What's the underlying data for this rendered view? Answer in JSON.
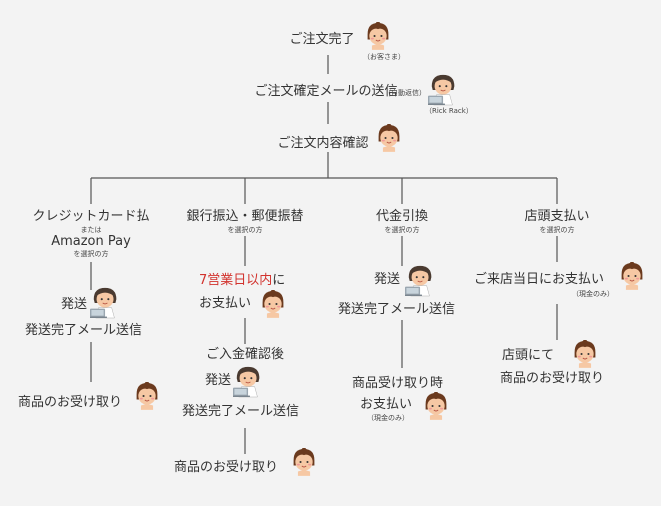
{
  "top_flow": {
    "order_complete": "ご注文完了",
    "order_complete_note": "（お客さま）",
    "confirm_mail": "ご注文確定メールの送信",
    "confirm_mail_note": "（自動返信）",
    "staff_name": "（Rick Rack）",
    "order_check": "ご注文内容確認"
  },
  "branches": {
    "credit": {
      "title": "クレジットカード払",
      "or": "または",
      "alt": "Amazon Pay",
      "selected": "を選択の方",
      "step1": "発送",
      "step2": "発送完了メール送信",
      "step3": "商品のお受け取り"
    },
    "bank": {
      "title": "銀行振込・郵便振替",
      "selected": "を選択の方",
      "deadline_red": "7営業日以内",
      "deadline_rest": "に",
      "deadline_line2": "お支払い",
      "step1": "ご入金確認後",
      "step2": "発送",
      "step3": "発送完了メール送信",
      "step4": "商品のお受け取り"
    },
    "cod": {
      "title": "代金引換",
      "selected": "を選択の方",
      "step1": "発送",
      "step2": "発送完了メール送信",
      "step3": "商品受け取り時",
      "step4": "お支払い",
      "note": "（現金のみ）"
    },
    "store": {
      "title": "店頭支払い",
      "selected": "を選択の方",
      "step1": "ご来店当日にお支払い",
      "note": "（現金のみ）",
      "step2": "店頭にて",
      "step3": "商品のお受け取り"
    }
  },
  "colors": {
    "background": "#f3f3f3",
    "line": "#555555",
    "deadline": "#d2322d",
    "face": "#f6c8a4",
    "hair": "#6b3a1e"
  }
}
